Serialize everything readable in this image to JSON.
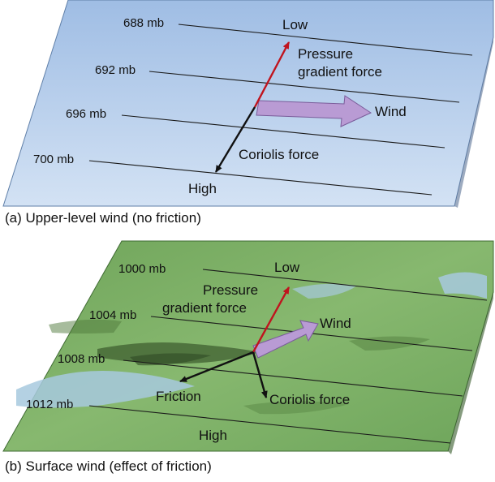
{
  "panel_a": {
    "caption": "(a) Upper-level wind (no friction)",
    "isobars": [
      "688 mb",
      "692 mb",
      "696 mb",
      "700 mb"
    ],
    "low_label": "Low",
    "high_label": "High",
    "pgf_label_line1": "Pressure",
    "pgf_label_line2": "gradient force",
    "wind_label": "Wind",
    "coriolis_label": "Coriolis force"
  },
  "panel_b": {
    "caption": "(b) Surface wind (effect of friction)",
    "isobars": [
      "1000 mb",
      "1004 mb",
      "1008 mb",
      "1012 mb"
    ],
    "low_label": "Low",
    "high_label": "High",
    "pgf_label_line1": "Pressure",
    "pgf_label_line2": "gradient force",
    "wind_label": "Wind",
    "friction_label": "Friction",
    "coriolis_label": "Coriolis force"
  },
  "colors": {
    "upper_plate": "#bcd3ee",
    "surface_plate": "#7fb36a",
    "pgf_arrow": "#c0141e",
    "wind_arrow": "#b99bd4",
    "force_arrow": "#111111",
    "water": "#a7c9de"
  }
}
